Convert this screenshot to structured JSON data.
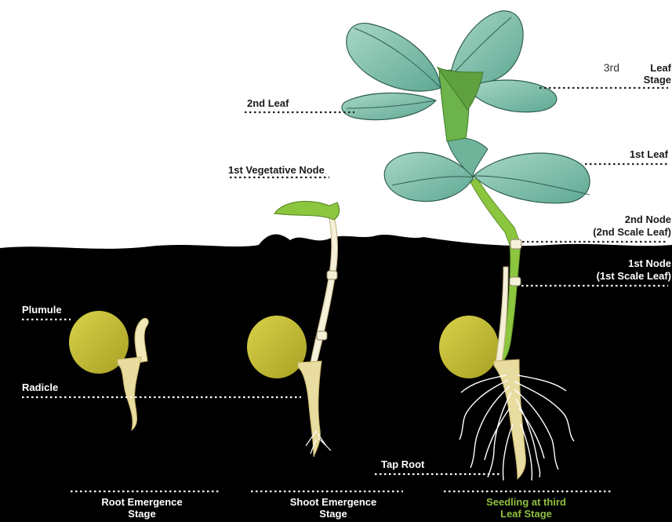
{
  "labels": {
    "third_leaf_a": "3rd",
    "third_leaf_b": "Leaf",
    "third_leaf_c": "Stage",
    "second_leaf": "2nd Leaf",
    "first_leaf": "1st Leaf",
    "first_veg_node": "1st Vegetative Node",
    "second_node_a": "2nd Node",
    "second_node_b": "(2nd Scale Leaf)",
    "first_node_a": "1st Node",
    "first_node_b": "(1st Scale Leaf)",
    "plumule": "Plumule",
    "radicle": "Radicle",
    "tap_root": "Tap Root"
  },
  "stages": [
    {
      "line1": "Root Emergence",
      "line2": "Stage"
    },
    {
      "line1": "Shoot Emergence",
      "line2": "Stage"
    },
    {
      "line1": "Seedling at third",
      "line2": "Leaf Stage"
    }
  ],
  "colors": {
    "soil": "#000000",
    "seed": "#c9c234",
    "leaf": "#7fbfa6",
    "stem": "#8cc63f",
    "root": "#e9dca0",
    "stage_highlight": "#8fbf3f"
  }
}
